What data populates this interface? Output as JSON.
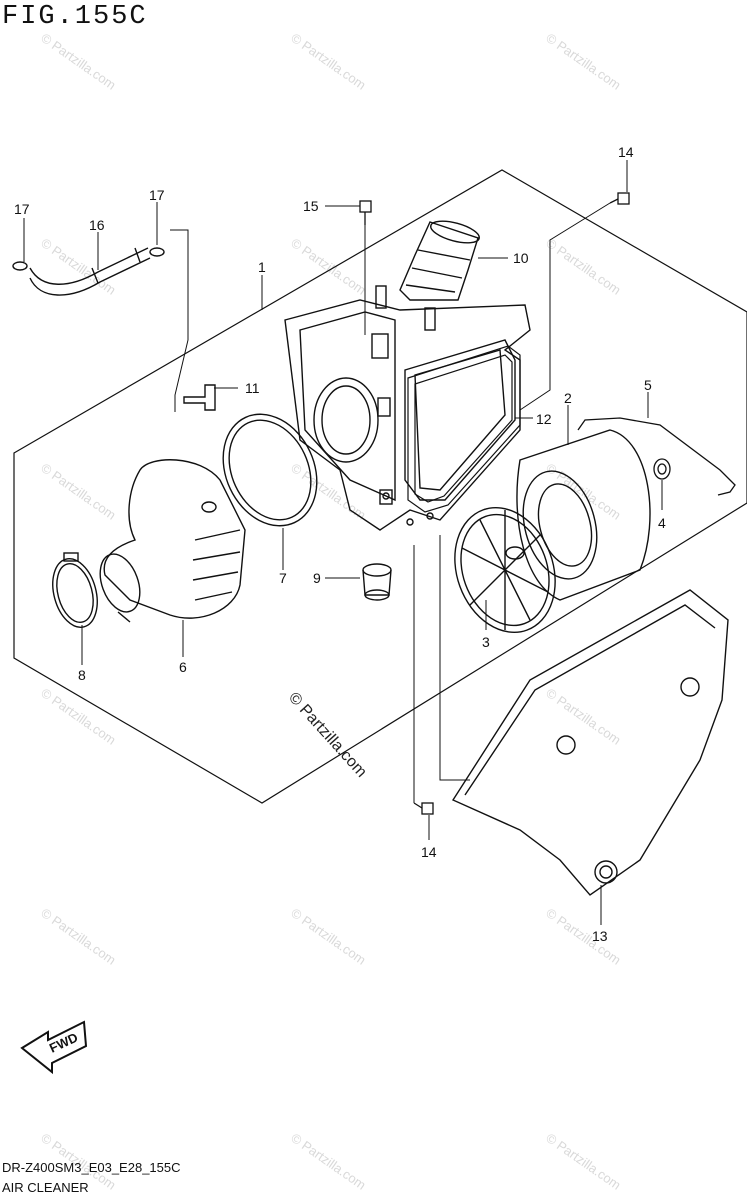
{
  "figure": {
    "title": "FIG.155C",
    "model_code": "DR-Z400SM3_E03_E28_155C",
    "section_name": "AIR CLEANER"
  },
  "watermark": {
    "text": "© Partzilla.com"
  },
  "direction_badge": {
    "label": "FWD"
  },
  "callouts": [
    {
      "id": "1",
      "label": "1"
    },
    {
      "id": "2",
      "label": "2"
    },
    {
      "id": "3",
      "label": "3"
    },
    {
      "id": "4",
      "label": "4"
    },
    {
      "id": "5",
      "label": "5"
    },
    {
      "id": "6",
      "label": "6"
    },
    {
      "id": "7",
      "label": "7"
    },
    {
      "id": "8",
      "label": "8"
    },
    {
      "id": "9",
      "label": "9"
    },
    {
      "id": "10",
      "label": "10"
    },
    {
      "id": "11",
      "label": "11"
    },
    {
      "id": "12",
      "label": "12"
    },
    {
      "id": "13",
      "label": "13"
    },
    {
      "id": "14a",
      "label": "14"
    },
    {
      "id": "14b",
      "label": "14"
    },
    {
      "id": "15",
      "label": "15"
    },
    {
      "id": "16",
      "label": "16"
    },
    {
      "id": "17a",
      "label": "17"
    },
    {
      "id": "17b",
      "label": "17"
    }
  ]
}
